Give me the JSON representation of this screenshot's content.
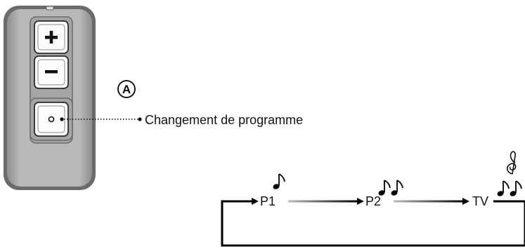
{
  "remote": {
    "plus_symbol": "+",
    "minus_symbol": "−",
    "program_button_symbol": "○"
  },
  "callout": {
    "marker": "A",
    "label": "Changement de programme"
  },
  "cycle": {
    "steps": [
      "P1",
      "P2",
      "TV"
    ],
    "beep_icons": [
      "one-eighth-note-icon",
      "two-eighth-notes-icon",
      "treble-clef-and-notes-icon"
    ]
  }
}
